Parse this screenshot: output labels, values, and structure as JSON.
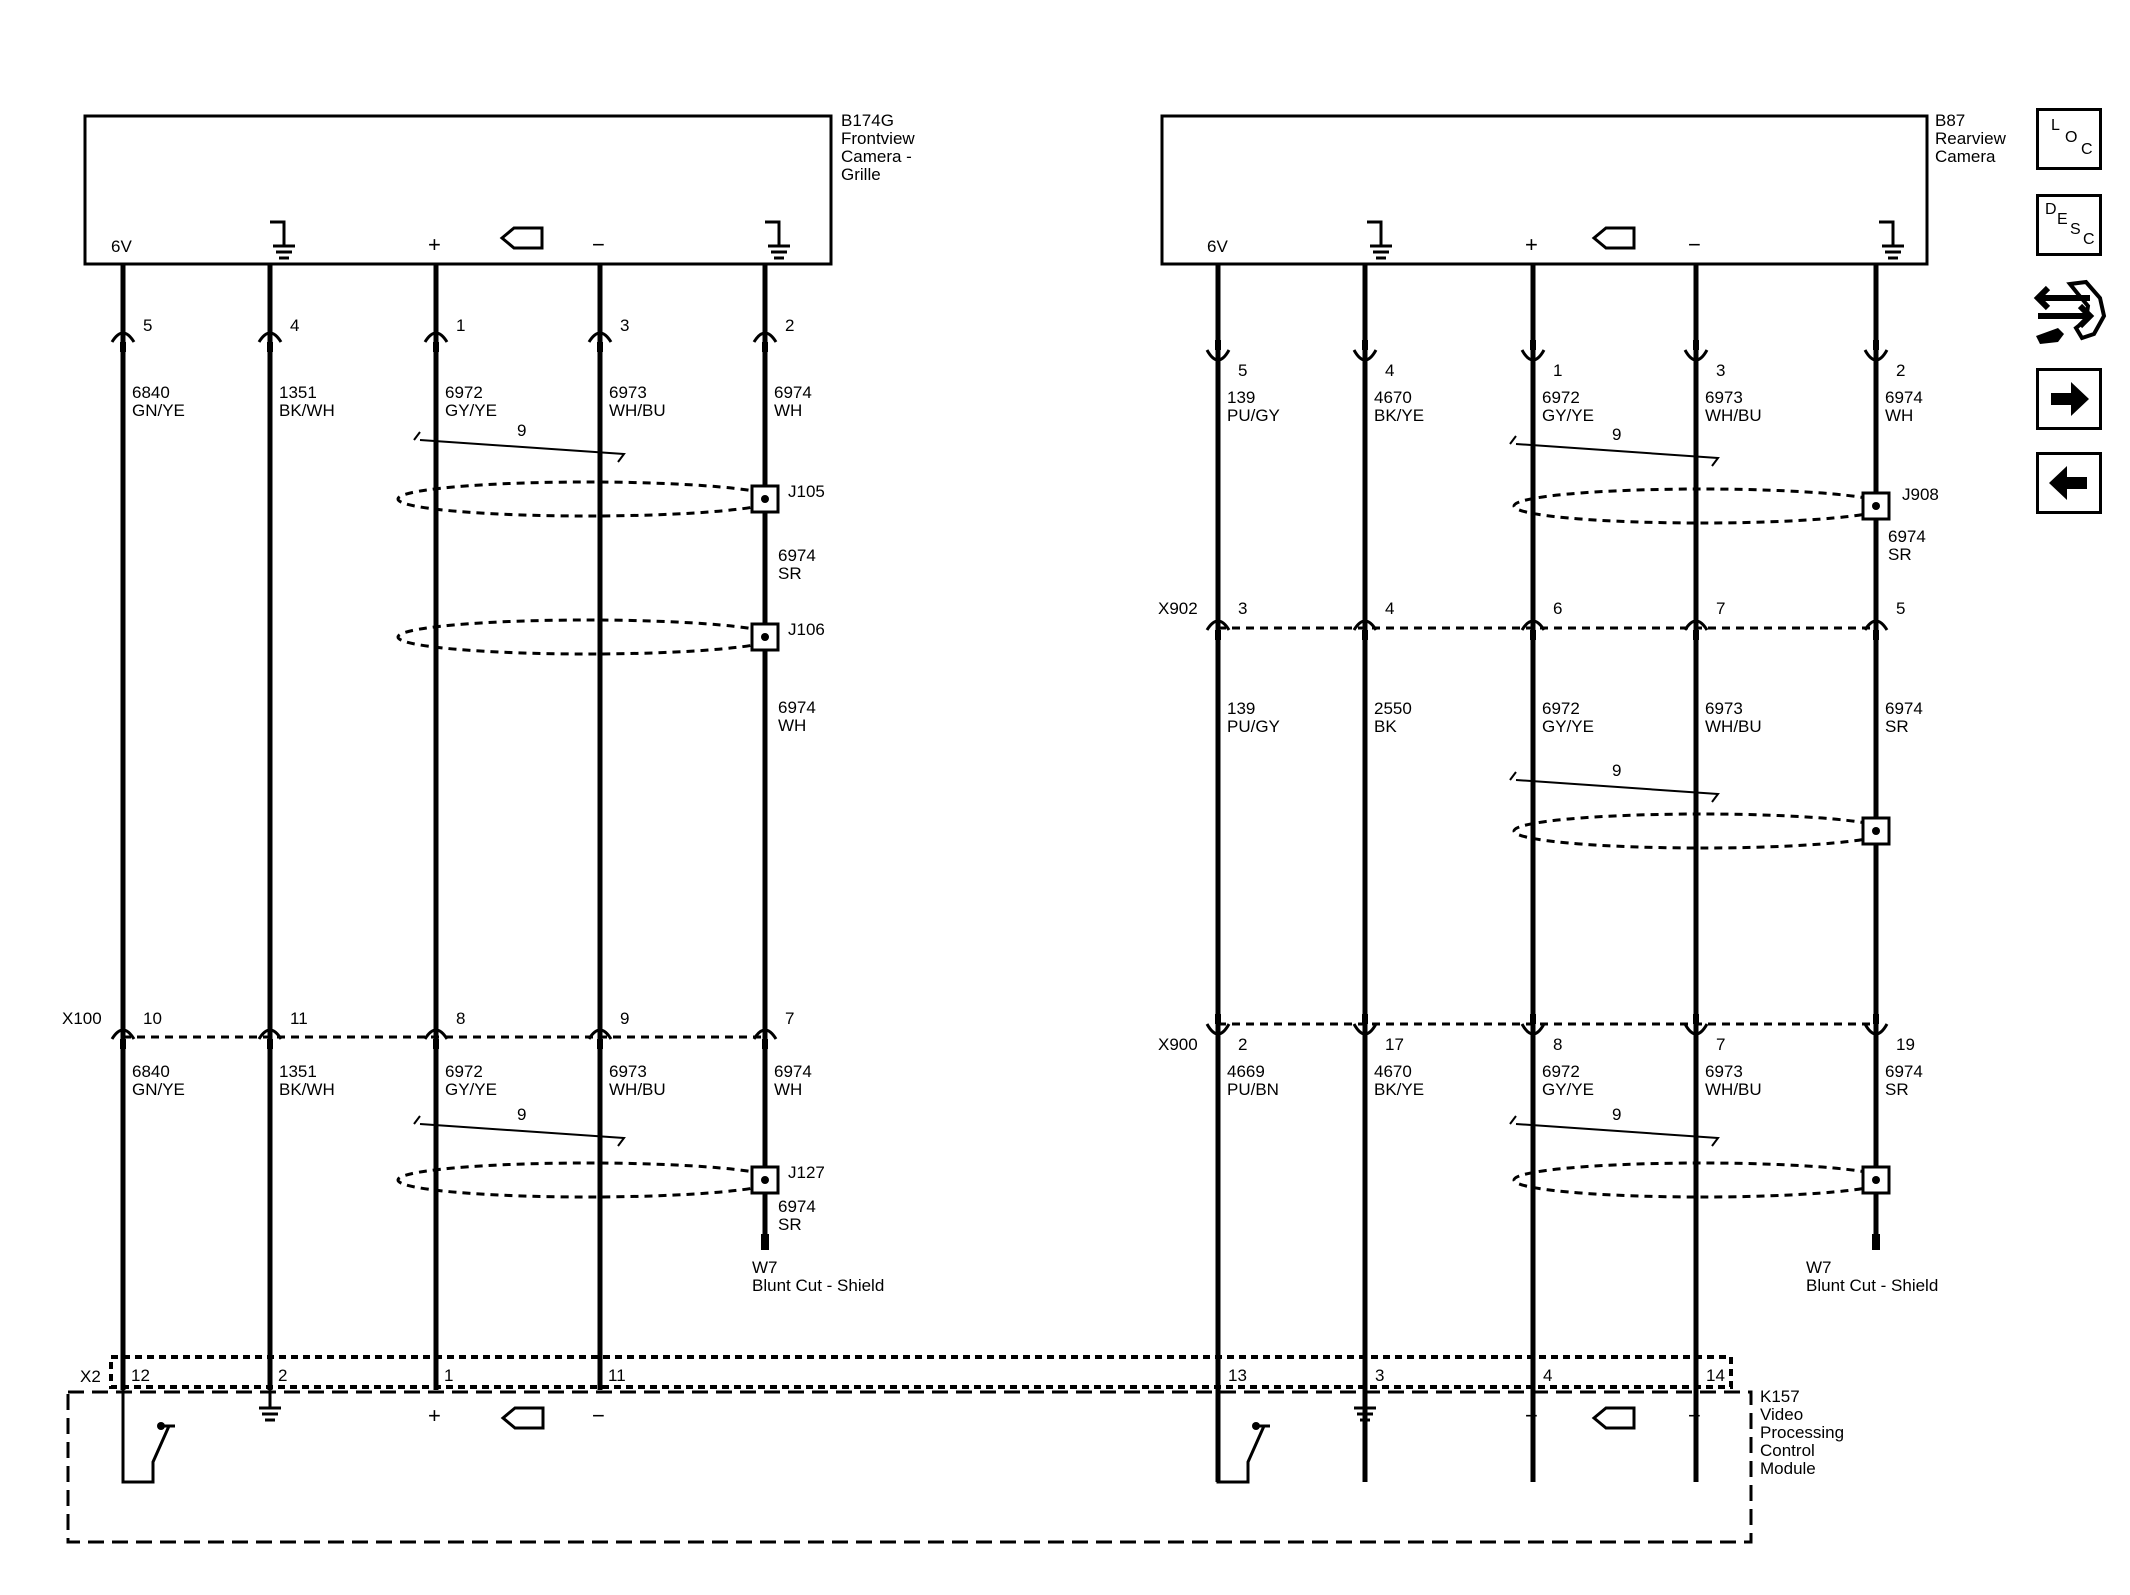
{
  "components": {
    "b174g": {
      "label": "B174G\nFrontview\nCamera -\nGrille",
      "pin_6v": "6V",
      "pin_plus": "+",
      "pin_minus": "−"
    },
    "b87": {
      "label": "B87\nRearview\nCamera",
      "pin_6v": "6V",
      "pin_plus": "+",
      "pin_minus": "−"
    },
    "k157": {
      "label": "K157\nVideo\nProcessing\nControl\nModule",
      "connector": "X2",
      "pin_plus": "+",
      "pin_minus": "−"
    }
  },
  "connectors": {
    "x100": "X100",
    "x902": "X902",
    "x900": "X900"
  },
  "splices": {
    "j105": "J105",
    "j106": "J106",
    "j127": "J127",
    "j908": "J908"
  },
  "grounds": {
    "w7_left": "W7\nBlunt Cut - Shield",
    "w7_right": "W7\nBlunt Cut - Shield"
  },
  "left_circuits": {
    "pins_top": [
      "5",
      "4",
      "1",
      "3",
      "2"
    ],
    "wires_top": [
      "6840\nGN/YE",
      "1351\nBK/WH",
      "6972\nGY/YE",
      "6973\nWH/BU",
      "6974\nWH"
    ],
    "twist_top": "9",
    "shield_mid": "6974\nSR",
    "shield_lower": "6974\nWH",
    "pins_x100": [
      "10",
      "11",
      "8",
      "9",
      "7"
    ],
    "wires_bottom": [
      "6840\nGN/YE",
      "1351\nBK/WH",
      "6972\nGY/YE",
      "6973\nWH/BU",
      "6974\nWH"
    ],
    "twist_bottom": "9",
    "shield_bottom": "6974\nSR",
    "pins_x2": [
      "12",
      "2",
      "1",
      "11"
    ]
  },
  "right_circuits": {
    "pins_top": [
      "5",
      "4",
      "1",
      "3",
      "2"
    ],
    "wires_top": [
      "139\nPU/GY",
      "4670\nBK/YE",
      "6972\nGY/YE",
      "6973\nWH/BU",
      "6974\nWH"
    ],
    "twist_top": "9",
    "shield_top": "6974\nSR",
    "pins_x902": [
      "3",
      "4",
      "6",
      "7",
      "5"
    ],
    "wires_mid": [
      "139\nPU/GY",
      "2550\nBK",
      "6972\nGY/YE",
      "6973\nWH/BU",
      "6974\nSR"
    ],
    "twist_mid": "9",
    "pins_x900": [
      "2",
      "17",
      "8",
      "7",
      "19"
    ],
    "wires_bottom": [
      "4669\nPU/BN",
      "4670\nBK/YE",
      "6972\nGY/YE",
      "6973\nWH/BU",
      "6974\nSR"
    ],
    "twist_bottom": "9",
    "pins_x2": [
      "13",
      "3",
      "4",
      "14"
    ]
  },
  "sidebar": {
    "loc_letters": [
      "L",
      "O",
      "C"
    ],
    "desc_letters": [
      "D",
      "E",
      "S",
      "C"
    ],
    "icons": [
      "loc-button",
      "desc-button",
      "connector-repair-icon",
      "next-arrow-icon",
      "back-arrow-icon"
    ]
  }
}
